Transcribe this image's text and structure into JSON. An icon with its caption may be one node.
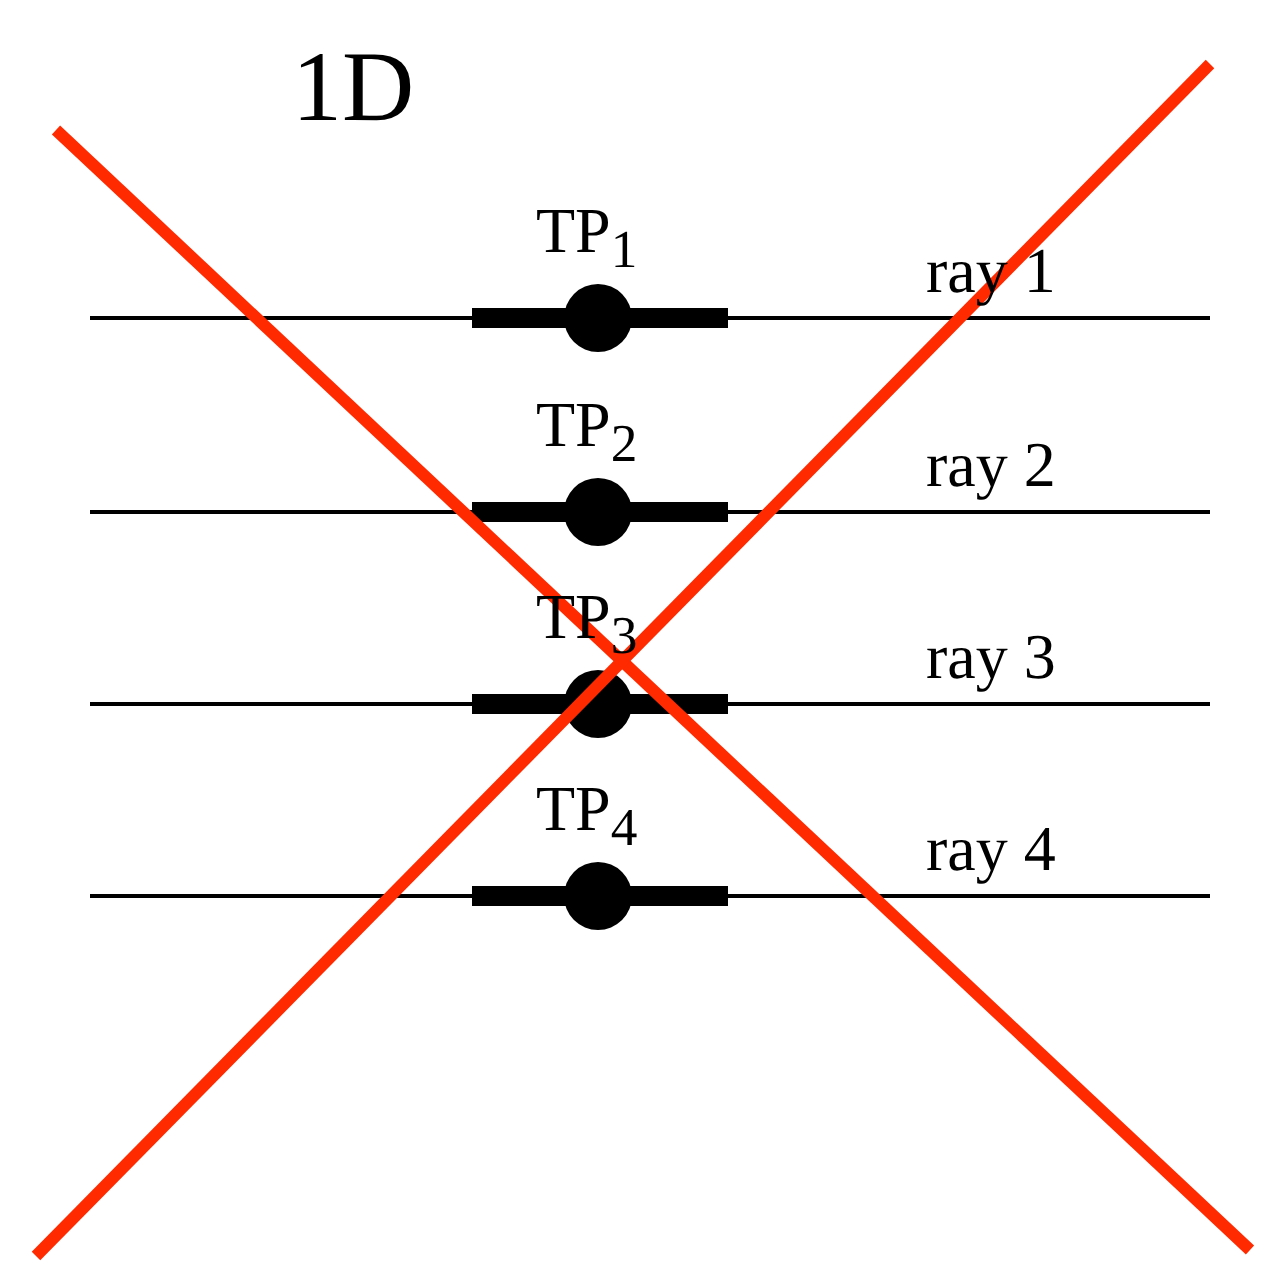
{
  "diagram": {
    "title": "1D",
    "labels": [
      "TP$_{1}$",
      "ray 1",
      "TP$_{2}$",
      "ray 2",
      "TP$_{3}$",
      "ray 3",
      "TP$_{4}$",
      "ray 4"
    ]
  }
}
